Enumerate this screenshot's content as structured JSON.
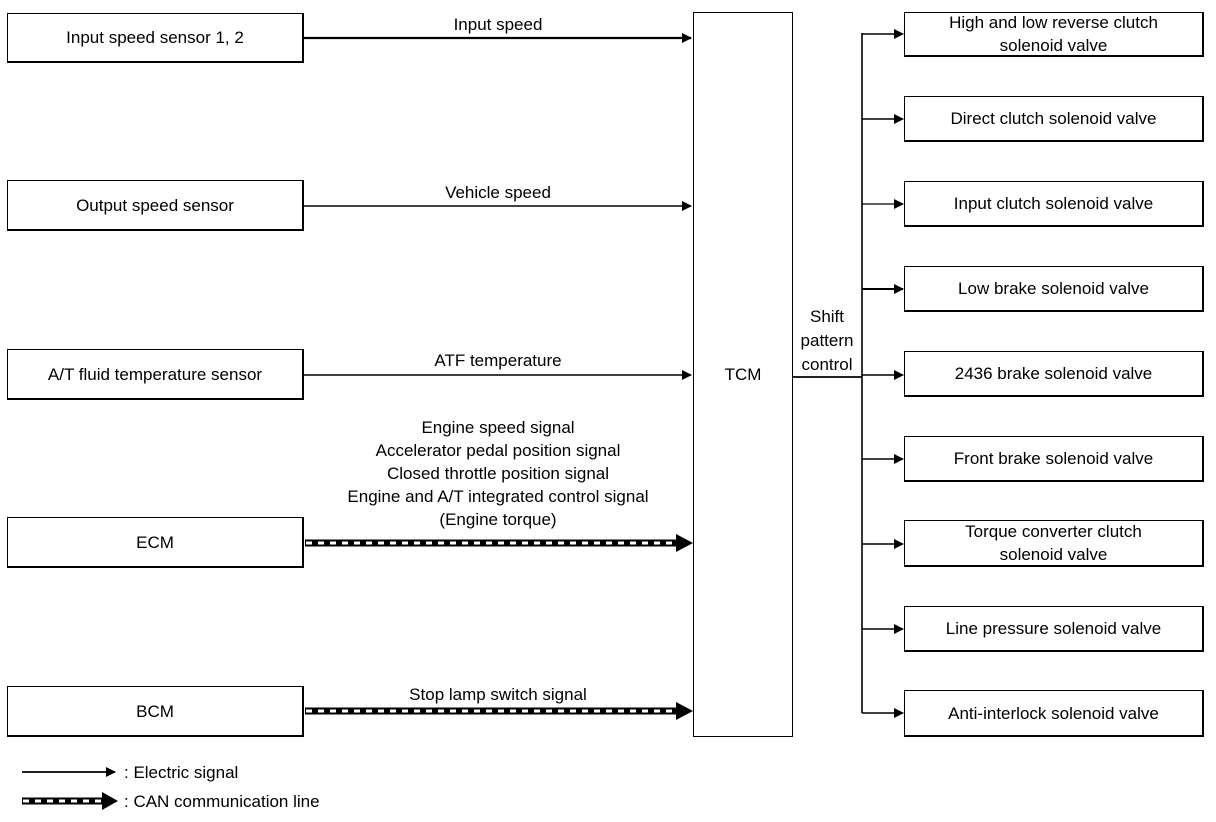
{
  "inputs": [
    {
      "name": "Input speed sensor 1, 2",
      "signal": "Input speed",
      "line": "electric"
    },
    {
      "name": "Output speed sensor",
      "signal": "Vehicle speed",
      "line": "electric"
    },
    {
      "name": "A/T fluid temperature sensor",
      "signal": "ATF temperature",
      "line": "electric"
    },
    {
      "name": "ECM",
      "signal": "Engine speed signal\nAccelerator pedal position signal\nClosed throttle position signal\nEngine and A/T integrated control signal\n(Engine torque)",
      "line": "can"
    },
    {
      "name": "BCM",
      "signal": "Stop lamp switch signal",
      "line": "can"
    }
  ],
  "tcm": {
    "label": "TCM"
  },
  "shift_label": "Shift\npattern\ncontrol",
  "outputs": [
    "High and low reverse clutch\nsolenoid valve",
    "Direct clutch solenoid valve",
    "Input clutch solenoid valve",
    "Low brake solenoid valve",
    "2436 brake solenoid valve",
    "Front brake solenoid valve",
    "Torque converter clutch\nsolenoid valve",
    "Line pressure solenoid valve",
    "Anti-interlock solenoid valve"
  ],
  "legend": {
    "electric": ": Electric signal",
    "can": ": CAN communication line"
  }
}
